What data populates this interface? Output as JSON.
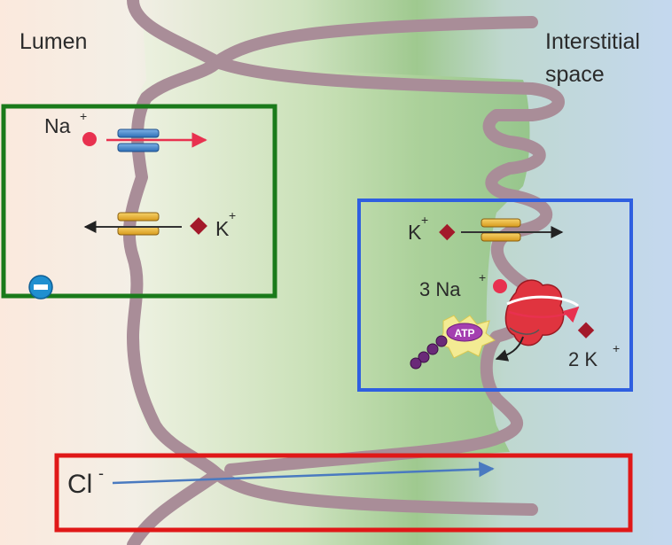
{
  "labels": {
    "lumen": "Lumen",
    "interstitial_line1": "Interstitial",
    "interstitial_line2": "space"
  },
  "apical_panel": {
    "na_label": "Na",
    "na_charge": "+",
    "k_label": "K",
    "k_charge": "+",
    "border_color": "#1a7a1a"
  },
  "basolateral_panel": {
    "k_label": "K",
    "k_charge": "+",
    "na_count_label": "3 Na",
    "na_charge": "+",
    "k_count_label": "2 K",
    "k2_charge": "+",
    "atp_label": "ATP",
    "border_color": "#2f5fe0"
  },
  "paracellular_panel": {
    "cl_label": "Cl",
    "cl_charge": "-",
    "border_color": "#e01818",
    "arrow_color": "#4a7ac0"
  },
  "icons": {
    "negative_charge": "minus-circle-icon",
    "sodium_ion": "red-circle-icon",
    "potassium_ion": "red-diamond-icon",
    "pump": "na-k-atpase-icon",
    "channel": "ion-channel-icon"
  }
}
